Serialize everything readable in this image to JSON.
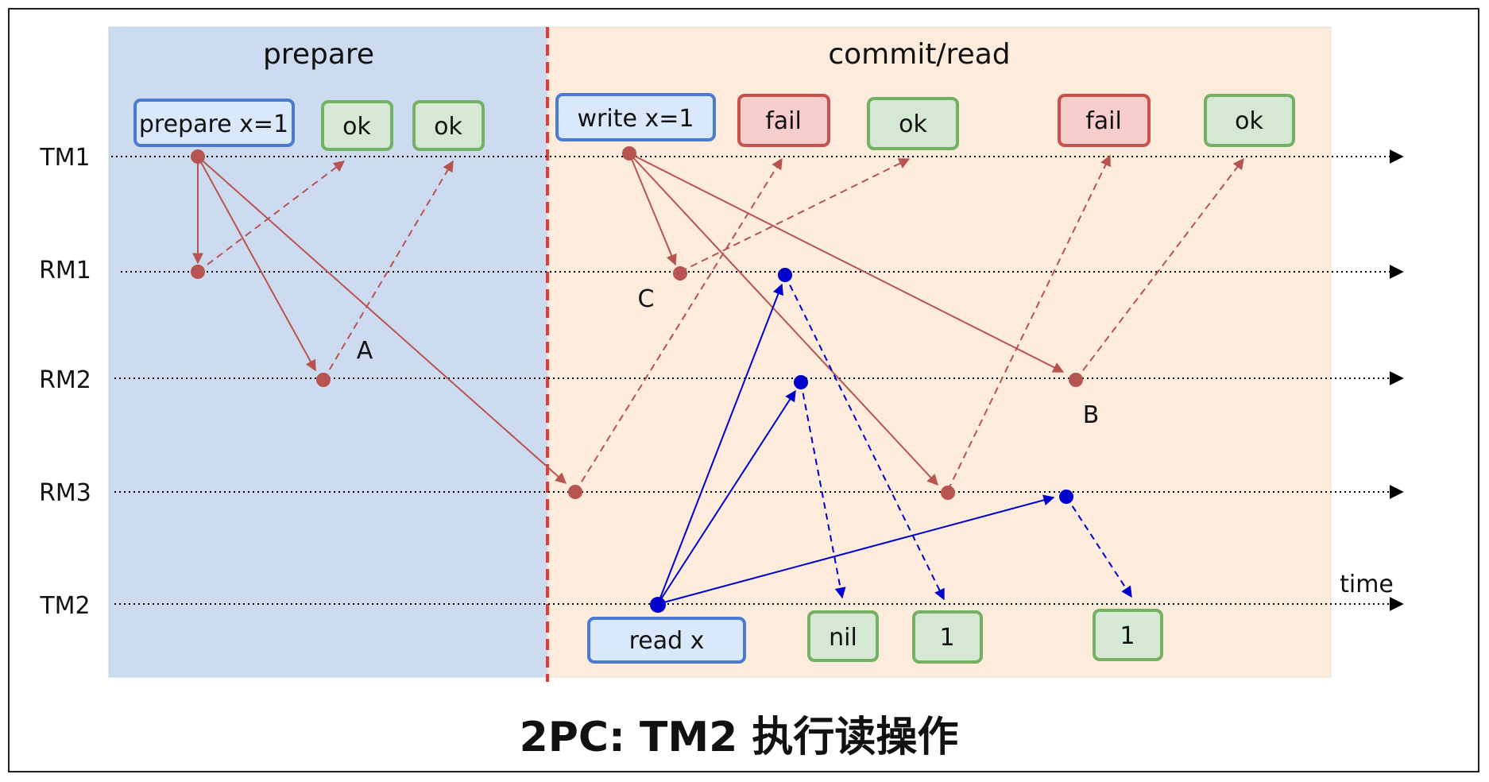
{
  "phases": {
    "left": "prepare",
    "right": "commit/read"
  },
  "lanes": [
    "TM1",
    "RM1",
    "RM2",
    "RM3",
    "TM2"
  ],
  "time_label": "time",
  "title": "2PC: TM2 执行读操作",
  "boxes": {
    "prepare": "prepare x=1",
    "ok1": "ok",
    "ok2": "ok",
    "write": "write x=1",
    "fail1": "fail",
    "ok3": "ok",
    "fail2": "fail",
    "ok4": "ok",
    "read": "read x",
    "nil": "nil",
    "one1": "1",
    "one2": "1"
  },
  "points": {
    "a": "A",
    "b": "B",
    "c": "C"
  },
  "colors": {
    "prepare_bg": "#cddbf1",
    "commit_bg": "#fdebdc",
    "red": "#b85450",
    "blue": "#0000cc",
    "divider": "#e53935",
    "box_blue_stroke": "#4a7bd0",
    "box_green_stroke": "#74b164",
    "box_green_fill": "#d5e8d4",
    "box_red_stroke": "#c8514e",
    "box_red_fill": "#f8cecc"
  }
}
